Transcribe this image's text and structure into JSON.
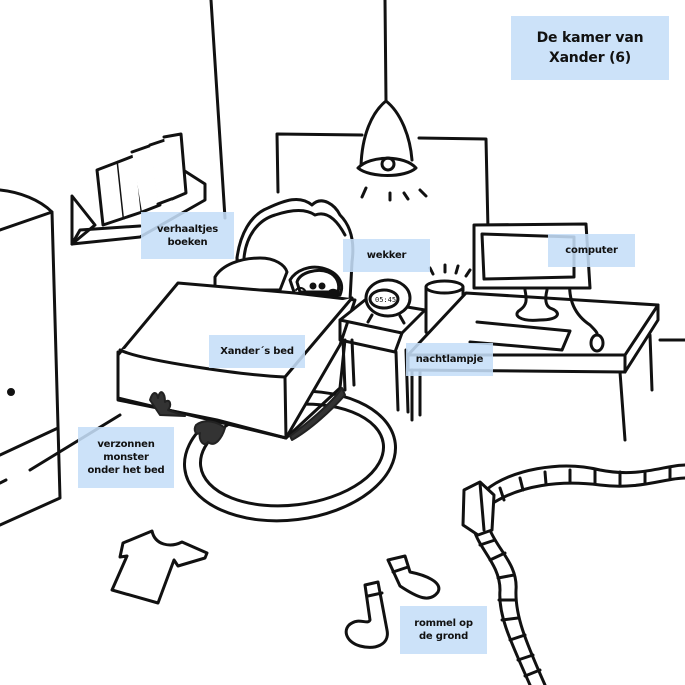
{
  "title": "De kamer van\nXander (6)",
  "colors": {
    "label_background": "#c5def8",
    "line": "#111111",
    "monster": "#333333",
    "background": "#ffffff"
  },
  "labels": [
    {
      "id": "verhaaltjes-boeken",
      "text": "verhaaltjes\nboeken"
    },
    {
      "id": "wekker",
      "text": "wekker"
    },
    {
      "id": "computer",
      "text": "computer"
    },
    {
      "id": "xanders-bed",
      "text": "Xander´s bed"
    },
    {
      "id": "nachtlampje",
      "text": "nachtlampje"
    },
    {
      "id": "verzonnen-monster",
      "text": "verzonnen\nmonster\nonder het bed"
    },
    {
      "id": "rommel-op-de-grond",
      "text": "rommel op\nde grond"
    }
  ],
  "clock_display": "05:45"
}
